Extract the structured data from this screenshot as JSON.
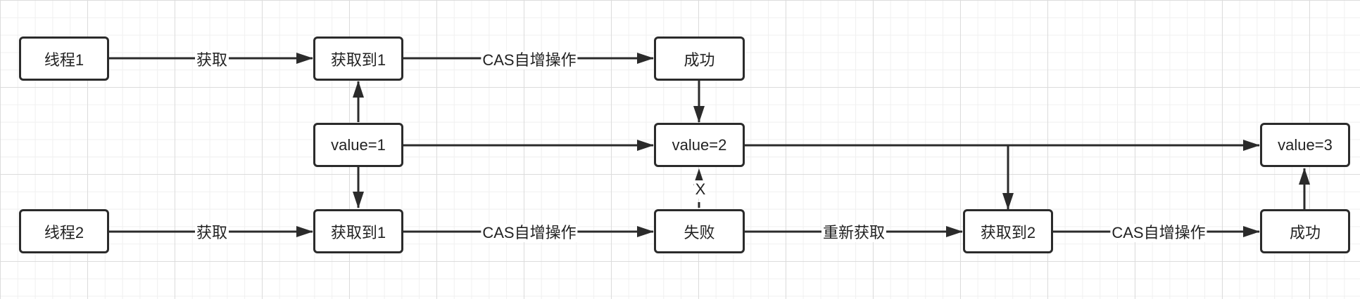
{
  "nodes": {
    "thread1": "线程1",
    "get1_top": "获取到1",
    "success_top": "成功",
    "value1": "value=1",
    "value2": "value=2",
    "value3": "value=3",
    "thread2": "线程2",
    "get1_bottom": "获取到1",
    "fail": "失败",
    "get2": "获取到2",
    "success_bottom": "成功"
  },
  "edge_labels": {
    "fetch_top": "获取",
    "cas_top": "CAS自增操作",
    "fetch_bottom": "获取",
    "cas_bottom": "CAS自增操作",
    "refetch": "重新获取",
    "cas_second": "CAS自增操作",
    "cas_fail_mark": "X"
  },
  "colors": {
    "stroke": "#2b2b2b",
    "grid": "#dcdcdc"
  }
}
